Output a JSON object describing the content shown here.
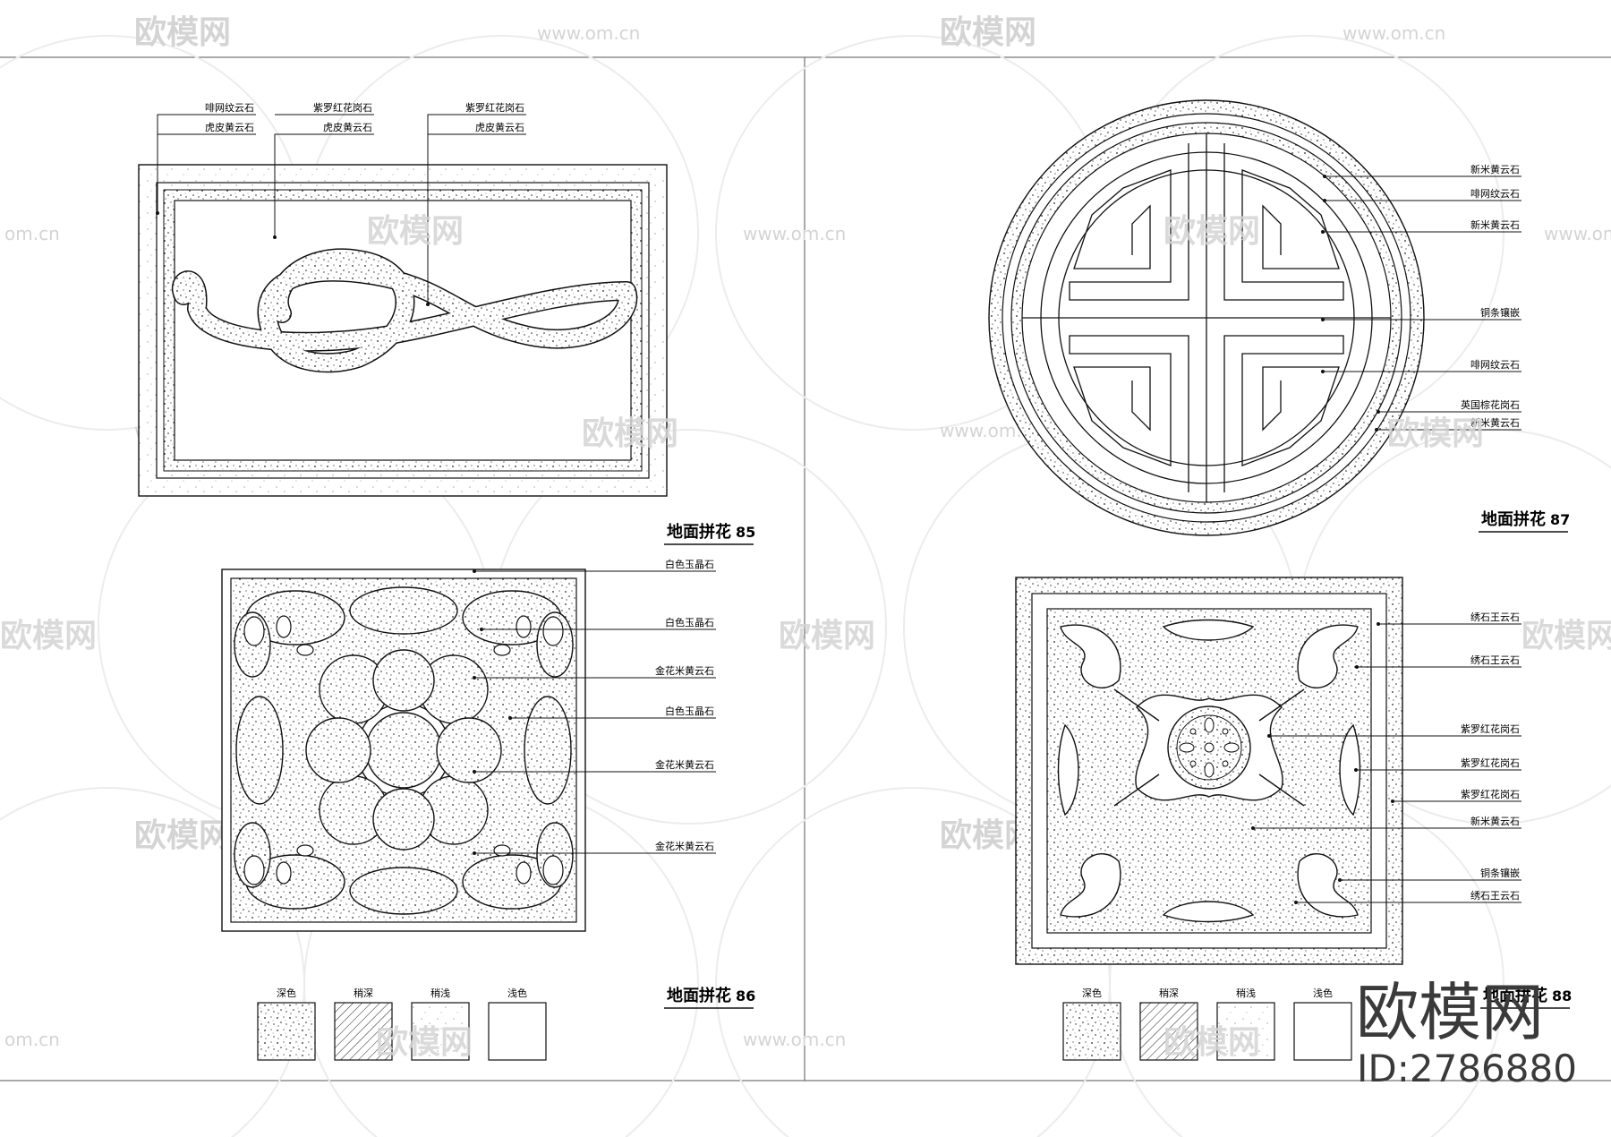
{
  "watermark": {
    "logo_text": "欧模网",
    "url": "www.om.cn",
    "url_partial": "om.cn"
  },
  "panels": {
    "p85": {
      "title": "地面拼花",
      "number": "85",
      "labels": [
        [
          "啡网纹云石",
          "虎皮黄云石"
        ],
        [
          "紫罗红花岗石",
          "虎皮黄云石"
        ],
        [
          "紫罗红花岗石",
          "虎皮黄云石"
        ]
      ]
    },
    "p86": {
      "title": "地面拼花",
      "number": "86",
      "labels": [
        "白色玉晶石",
        "白色玉晶石",
        "金花米黄云石",
        "白色玉晶石",
        "金花米黄云石",
        "金花米黄云石"
      ]
    },
    "p87": {
      "title": "地面拼花",
      "number": "87",
      "labels": [
        "新米黄云石",
        "啡网纹云石",
        "新米黄云石",
        "铜条镶嵌",
        "啡网纹云石",
        "英国棕花岗石",
        "新米黄云石"
      ]
    },
    "p88": {
      "title": "地面拼花",
      "number": "88",
      "labels": [
        "绣石王云石",
        "绣石王云石",
        "紫罗红花岗石",
        "紫罗红花岗石",
        "紫罗红花岗石",
        "新米黄云石",
        "铜条镶嵌",
        "绣石王云石"
      ]
    }
  },
  "legend": [
    "深色",
    "稍深",
    "稍浅",
    "浅色"
  ],
  "brand": {
    "logo": "欧模网",
    "id": "ID:2786880"
  }
}
